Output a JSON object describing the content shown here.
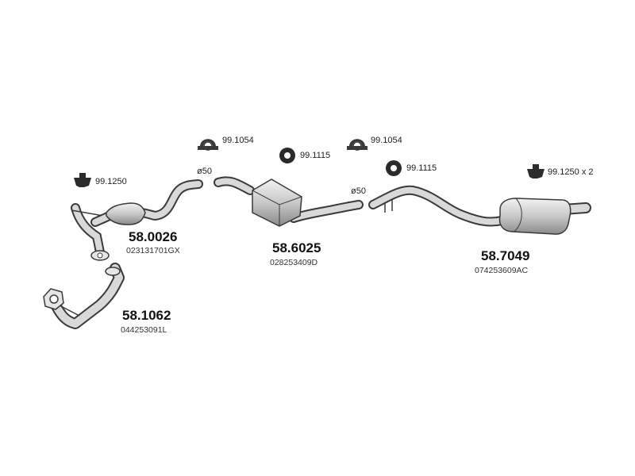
{
  "parts": {
    "front_pipe": {
      "number": "58.1062",
      "oe": "044253091L"
    },
    "catalyst": {
      "number": "58.0026",
      "oe": "023131701GX"
    },
    "middle": {
      "number": "58.6025",
      "oe": "028253409D"
    },
    "rear": {
      "number": "58.7049",
      "oe": "074253609AC"
    }
  },
  "accessories": {
    "hanger_front": "99.1250",
    "clamp_1": "99.1054",
    "ring_1": "99.1115",
    "clamp_2": "99.1054",
    "ring_2": "99.1115",
    "hanger_rear": "99.1250 x 2"
  },
  "diameters": {
    "d1": "ø50",
    "d2": "ø50"
  },
  "colors": {
    "pipe_fill": "#d9d9d9",
    "pipe_stroke": "#3a3a3a",
    "ring_fill": "#2b2b2b",
    "text": "#111111"
  }
}
